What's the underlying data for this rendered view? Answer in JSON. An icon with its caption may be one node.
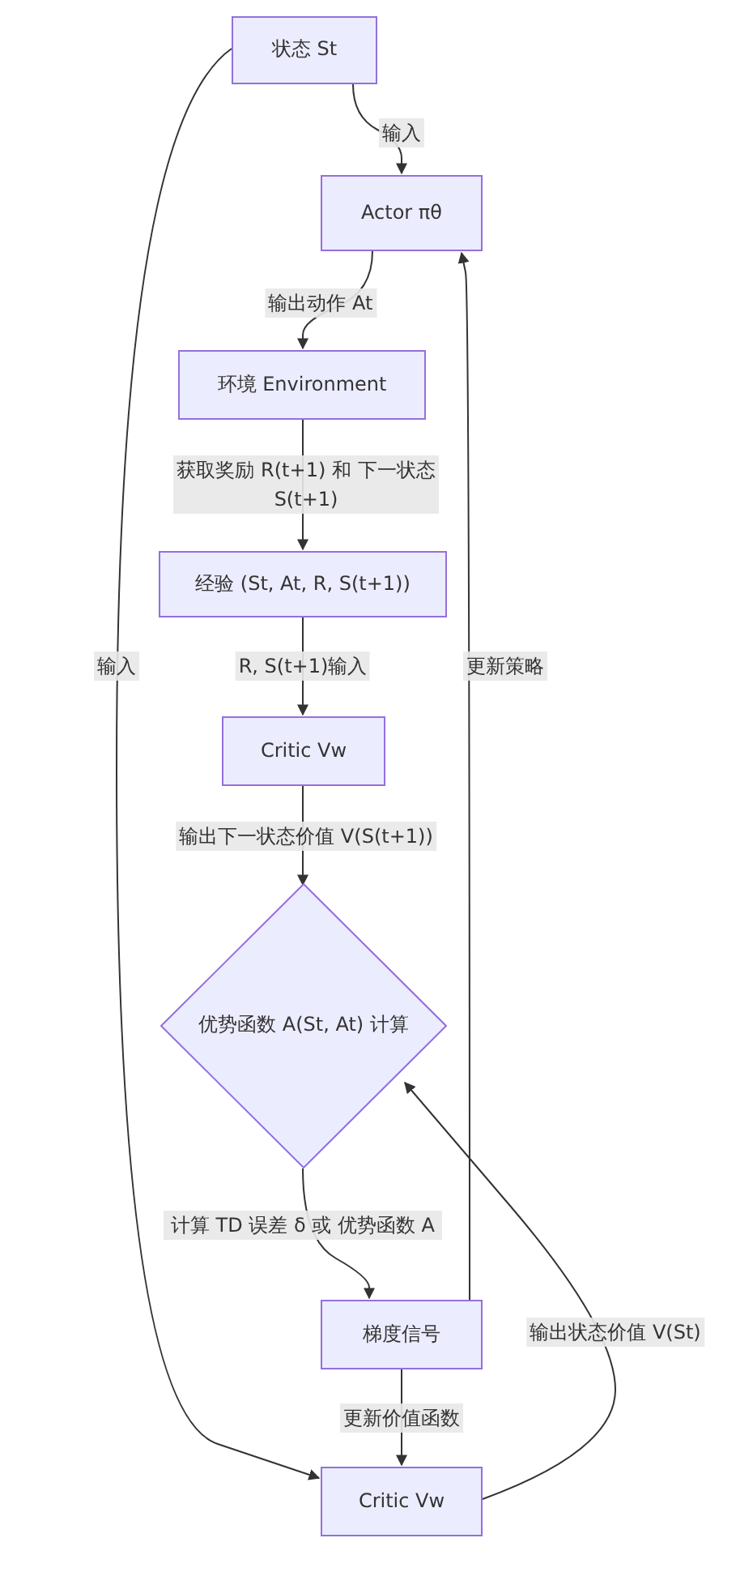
{
  "diagram": {
    "nodes": [
      {
        "text": [
          "状态 St"
        ]
      },
      {
        "text": [
          "Actor πθ"
        ]
      },
      {
        "text": [
          "环境 Environment"
        ]
      },
      {
        "text": [
          "经验 (St, At, R, S(t+1))"
        ]
      },
      {
        "text": [
          "Critic Vw"
        ]
      },
      {
        "text": [
          "优势函数 A(St, At) 计算"
        ]
      },
      {
        "text": [
          "梯度信号"
        ]
      },
      {
        "text": [
          "Critic Vw"
        ]
      }
    ],
    "edges": [
      {
        "from": 0,
        "to": 1,
        "arrow": "to",
        "label": "输入"
      },
      {
        "from": 1,
        "to": 2,
        "arrow": "to",
        "label": "输出动作 At"
      },
      {
        "from": 2,
        "to": 3,
        "arrow": "to",
        "label": "获取奖励 R(t+1) 和 下一状态 S(t+1)"
      },
      {
        "from": 3,
        "to": 4,
        "arrow": "to",
        "label": "R, S(t+1)输入"
      },
      {
        "from": 4,
        "to": 5,
        "arrow": "to",
        "label": "输出下一状态价值 V(S(t+1))"
      },
      {
        "from": 5,
        "to": 6,
        "arrow": "to",
        "label": "计算 TD 误差 δ 或 优势函数 A"
      },
      {
        "from": 6,
        "to": 1,
        "arrow": "to",
        "label": "更新策略"
      },
      {
        "from": 6,
        "to": 7,
        "arrow": "to",
        "label": "更新价值函数"
      },
      {
        "from": 7,
        "to": 5,
        "arrow": "to",
        "label": "输出状态价值 V(St)"
      },
      {
        "from": 0,
        "to": 7,
        "arrow": "to",
        "label": "输入"
      }
    ]
  }
}
